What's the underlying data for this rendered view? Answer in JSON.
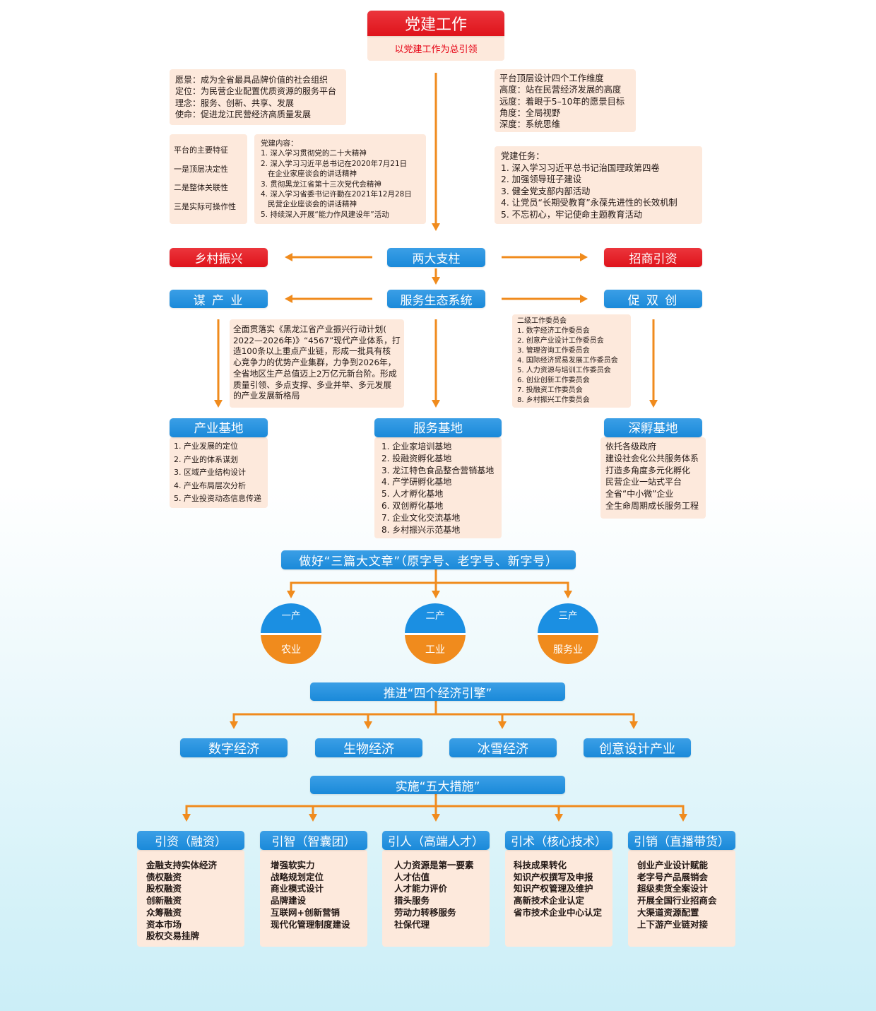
{
  "colors": {
    "red": "#e8141c",
    "blue": "#1b8fe2",
    "orange": "#f08b1d",
    "peach": "#fde9dc",
    "subtitle_red": "#e60012"
  },
  "header": {
    "title": "党建工作",
    "subtitle": "以党建工作为总引领"
  },
  "vision_box": {
    "lines": [
      "愿景：成为全省最具品牌价值的社会组织",
      "定位：为民营企业配置优质资源的服务平台",
      "理念：服务、创新、共享、发展",
      "使命：促进龙江民营经济高质量发展"
    ]
  },
  "features_box": {
    "lines": [
      "平台的主要特征",
      "一是顶层决定性",
      "二是整体关联性",
      "三是实际可操作性"
    ]
  },
  "party_content_box": {
    "lines": [
      "党建内容：",
      "1. 深入学习贯彻党的二十大精神",
      "2. 深入学习习近平总书记在2020年7月21日",
      "在企业家座谈会的讲话精神",
      "3. 贯彻黑龙江省第十三次党代会精神",
      "4. 深入学习省委书记许勤在2021年12月28日",
      "民营企业座谈会的讲话精神",
      "5. 持续深入开展“能力作风建设年”活动"
    ]
  },
  "dimensions_box": {
    "lines": [
      "平台顶层设计四个工作维度",
      "高度：站在民营经济发展的高度",
      "远度：着眼于5–10年的愿景目标",
      "角度：全局视野",
      "深度：系统思维"
    ]
  },
  "party_tasks_box": {
    "lines": [
      "党建任务：",
      "1. 深入学习习近平总书记治国理政第四卷",
      "2. 加强领导班子建设",
      "3. 健全党支部内部活动",
      "4. 让党员“长期受教育”永葆先进性的长效机制",
      "5. 不忘初心，牢记使命主题教育活动"
    ]
  },
  "pillars": {
    "left": "乡村振兴",
    "center": "两大支柱",
    "right": "招商引资"
  },
  "ecosystem": {
    "left": "谋 产 业",
    "center": "服务生态系统",
    "right": "促 双 创"
  },
  "industry_plan_box": {
    "lines": [
      "全面贯落实《黑龙江省产业振兴行动计划(",
      "2022—2026年)》“4567”现代产业体系，打",
      "造100条以上重点产业链，形成一批具有核",
      "心竞争力的优势产业集群，力争到2026年，",
      "全省地区生产总值迈上2万亿元新台阶。形成",
      "质量引领、多点支撑、多业并举、多元发展",
      "的产业发展新格局"
    ]
  },
  "committees_box": {
    "lines": [
      "二级工作委员会",
      "1. 数字经济工作委员会",
      "2. 创意产业设计工作委员会",
      "3. 管理咨询工作委员会",
      "4. 国际经济贸易发展工作委员会",
      "5. 人力资源与培训工作委员会",
      "6. 创业创新工作委员会",
      "7. 投融资工作委员会",
      "8. 乡村振兴工作委员会"
    ]
  },
  "bases": [
    {
      "title": "产业基地",
      "items": [
        "1. 产业发展的定位",
        "2. 产业的体系谋划",
        "3. 区域产业结构设计",
        "4. 产业布局层次分析",
        "5. 产业投资动态信息传递"
      ]
    },
    {
      "title": "服务基地",
      "items": [
        "1. 企业家培训基地",
        "2. 投融资孵化基地",
        "3. 龙江特色食品整合营销基地",
        "4. 产学研孵化基地",
        "5. 人才孵化基地",
        "6. 双创孵化基地",
        "7. 企业文化交流基地",
        "8. 乡村振兴示范基地"
      ]
    },
    {
      "title": "深孵基地",
      "items": [
        "依托各级政府",
        "建设社会化公共服务体系",
        "打造多角度多元化孵化",
        "民营企业一站式平台",
        "全省“中小微”企业",
        "全生命周期成长服务工程"
      ]
    }
  ],
  "three_articles": {
    "title": "做好“三篇大文章”（原字号、老字号、新字号）",
    "circles": [
      {
        "top": "一产",
        "bottom": "农业"
      },
      {
        "top": "二产",
        "bottom": "工业"
      },
      {
        "top": "三产",
        "bottom": "服务业"
      }
    ]
  },
  "four_engines": {
    "title": "推进“四个经济引擎”",
    "items": [
      "数字经济",
      "生物经济",
      "冰雪经济",
      "创意设计产业"
    ]
  },
  "five_measures": {
    "title": "实施“五大措施”",
    "columns": [
      {
        "title": "引资（融资）",
        "items": [
          "金融支持实体经济",
          "债权融资",
          "股权融资",
          "创新融资",
          "众筹融资",
          "资本市场",
          "股权交易挂牌"
        ]
      },
      {
        "title": "引智（智囊团）",
        "items": [
          "增强软实力",
          "战略规划定位",
          "商业模式设计",
          "品牌建设",
          "互联网+创新营销",
          "现代化管理制度建设"
        ]
      },
      {
        "title": "引人（高端人才）",
        "items": [
          "人力资源是第一要素",
          "人才估值",
          "人才能力评价",
          "猎头服务",
          "劳动力转移服务",
          "社保代理"
        ]
      },
      {
        "title": "引术（核心技术）",
        "items": [
          "科技成果转化",
          "知识产权撰写及申报",
          "知识产权管理及维护",
          "高新技术企业认定",
          "省市技术企业中心认定"
        ]
      },
      {
        "title": "引销（直播带货）",
        "items": [
          "创业产业设计赋能",
          "老字号产品展销会",
          "超级卖货全案设计",
          "开展全国行业招商会",
          "大渠道资源配置",
          "上下游产业链对接"
        ]
      }
    ]
  }
}
